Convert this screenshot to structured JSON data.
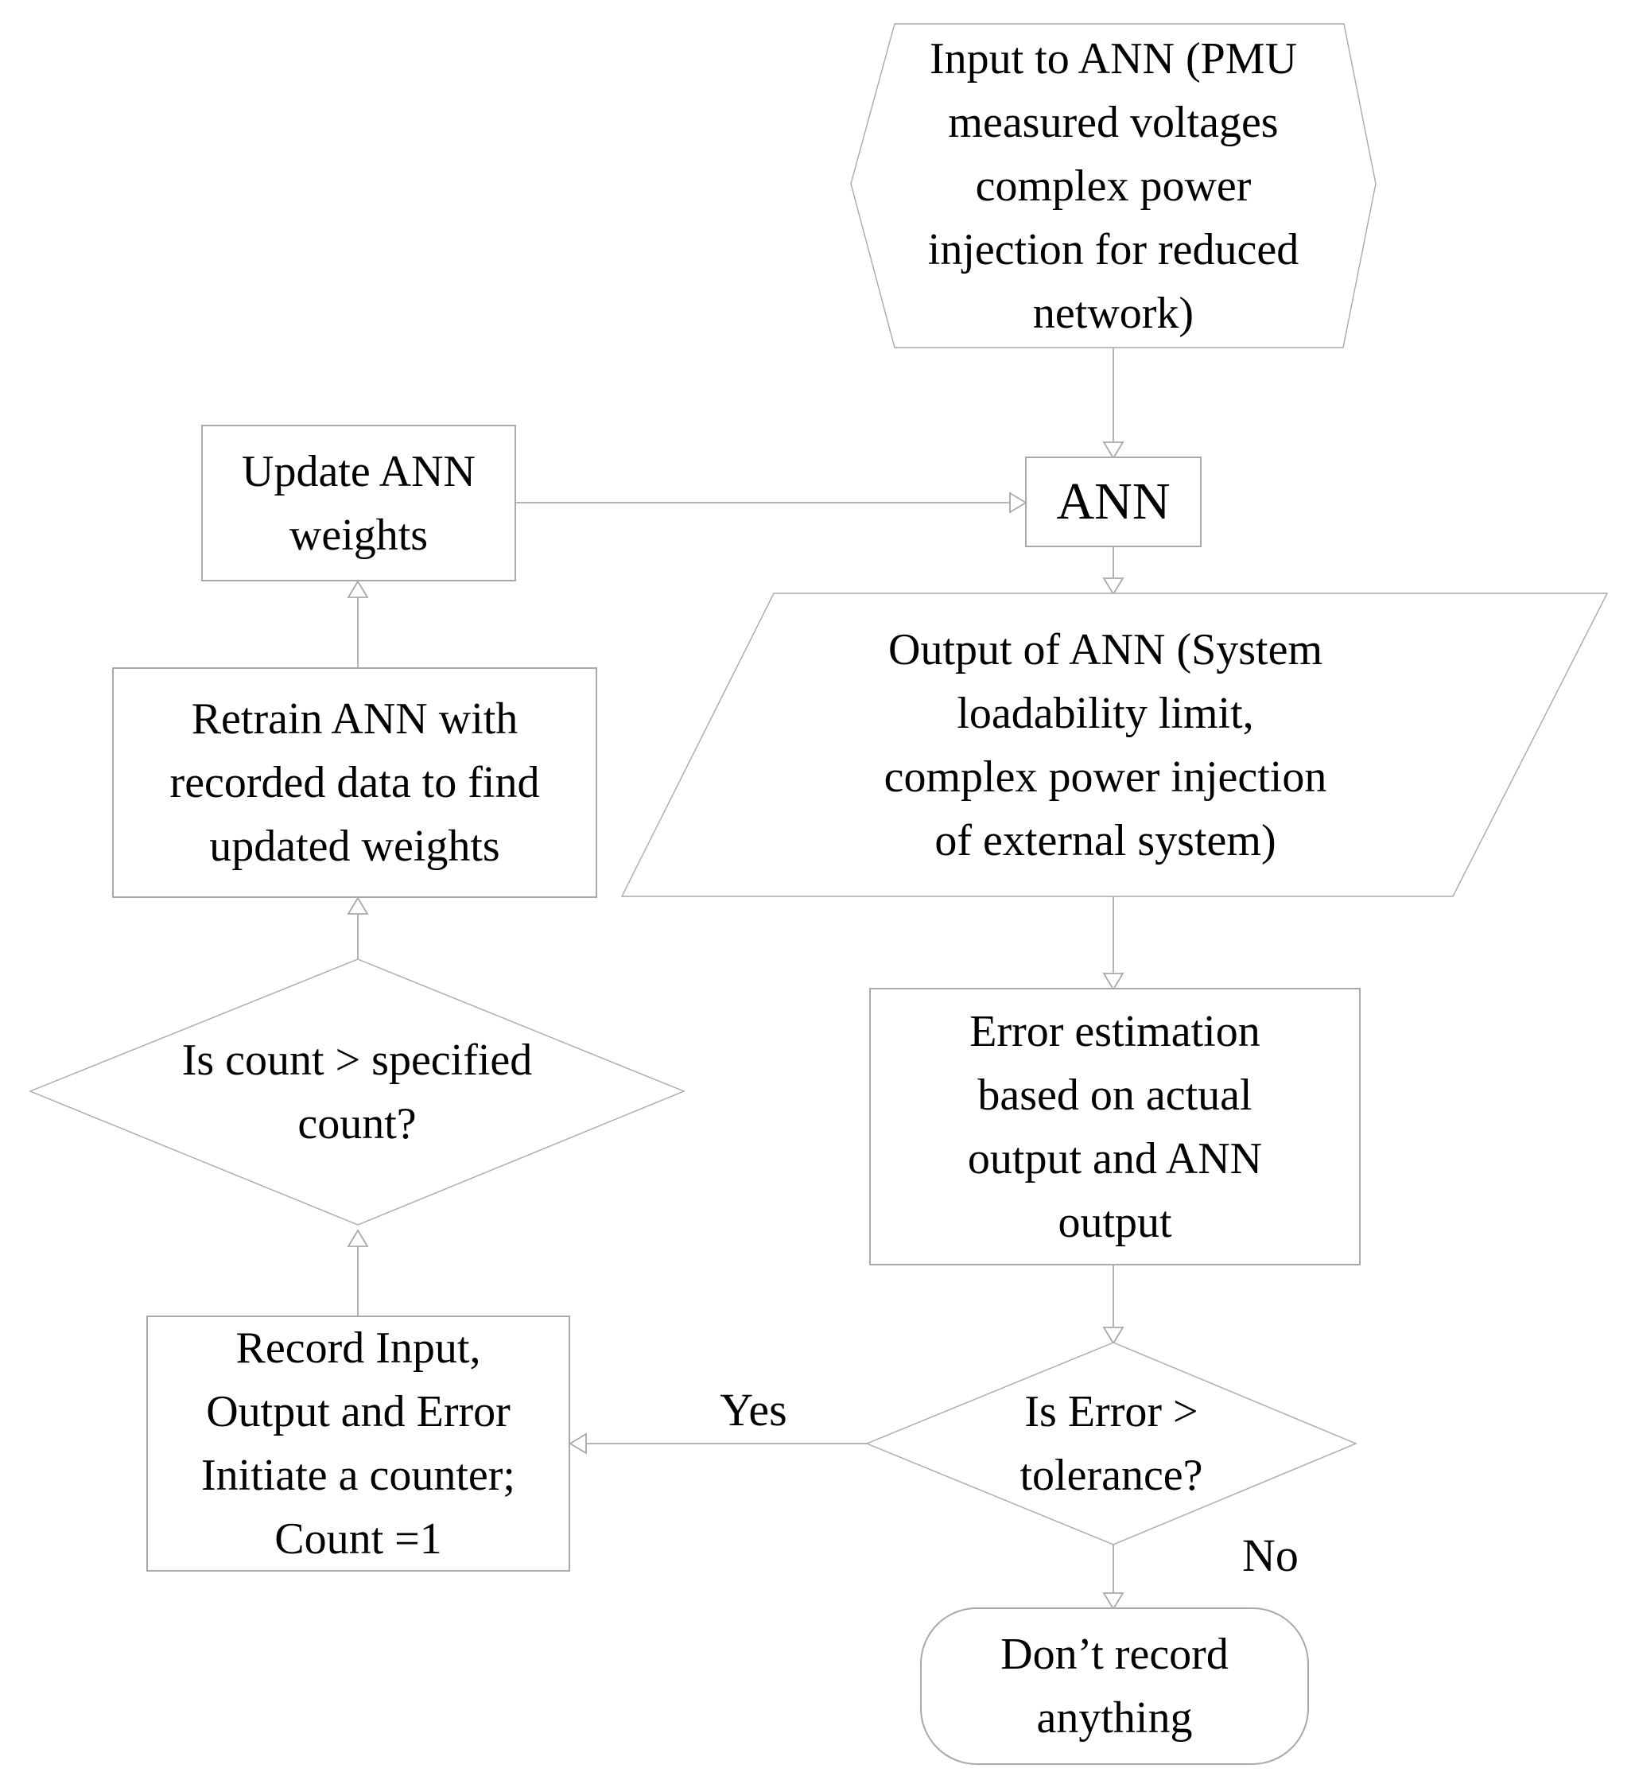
{
  "flowchart": {
    "nodes": {
      "input": {
        "shape": "hexagon",
        "lines": [
          "Input to ANN (PMU",
          "measured voltages",
          "complex power",
          "injection for reduced",
          "network)"
        ]
      },
      "ann": {
        "shape": "rectangle",
        "label": "ANN"
      },
      "update_weights": {
        "shape": "rectangle",
        "lines": [
          "Update ANN",
          "weights"
        ]
      },
      "output": {
        "shape": "parallelogram",
        "lines": [
          "Output of ANN (System",
          "loadability limit,",
          "complex power injection",
          "of external system)"
        ]
      },
      "retrain": {
        "shape": "rectangle",
        "lines": [
          "Retrain ANN with",
          "recorded data to find",
          "updated weights"
        ]
      },
      "count_decision": {
        "shape": "diamond",
        "lines": [
          "Is count > specified",
          "count?"
        ]
      },
      "error_estimation": {
        "shape": "rectangle",
        "lines": [
          "Error estimation",
          "based on actual",
          "output and ANN",
          "output"
        ]
      },
      "error_decision": {
        "shape": "diamond",
        "lines": [
          "Is Error >",
          "tolerance?"
        ]
      },
      "record": {
        "shape": "rectangle",
        "lines": [
          "Record Input,",
          "Output and Error",
          "Initiate a counter;",
          "Count =1"
        ]
      },
      "dont_record": {
        "shape": "rounded-rectangle",
        "lines": [
          "Don’t record",
          "anything"
        ]
      }
    },
    "edge_labels": {
      "yes": "Yes",
      "no": "No"
    },
    "colors": {
      "line": "#a9a9a9",
      "text": "#000000",
      "background": "#ffffff"
    }
  }
}
